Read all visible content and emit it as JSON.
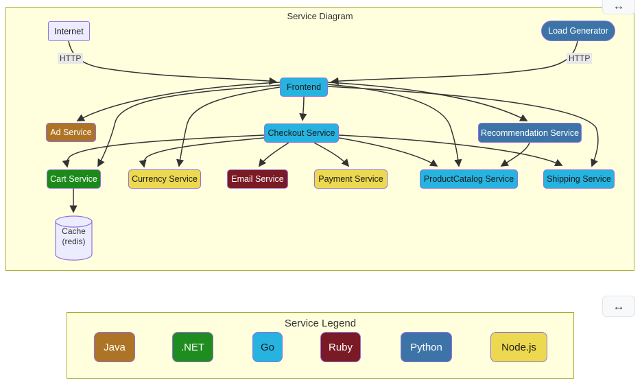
{
  "diagram_panel": {
    "title": "Service Diagram",
    "nodes": {
      "internet": {
        "label": "Internet"
      },
      "load_generator": {
        "label": "Load Generator"
      },
      "frontend": {
        "label": "Frontend"
      },
      "ad": {
        "label": "Ad Service"
      },
      "checkout": {
        "label": "Checkout Service"
      },
      "recommendation": {
        "label": "Recommendation Service"
      },
      "cart": {
        "label": "Cart Service"
      },
      "currency": {
        "label": "Currency Service"
      },
      "email": {
        "label": "Email Service"
      },
      "payment": {
        "label": "Payment Service"
      },
      "product_catalog": {
        "label": "ProductCatalog Service"
      },
      "shipping": {
        "label": "Shipping Service"
      },
      "cache": {
        "label_line1": "Cache",
        "label_line2": "(redis)"
      }
    },
    "edge_labels": {
      "internet_http": "HTTP",
      "loadgen_http": "HTTP"
    },
    "edges": [
      {
        "from": "Internet",
        "to": "Frontend",
        "label": "HTTP"
      },
      {
        "from": "Load Generator",
        "to": "Frontend",
        "label": "HTTP"
      },
      {
        "from": "Frontend",
        "to": "Checkout Service"
      },
      {
        "from": "Frontend",
        "to": "Ad Service"
      },
      {
        "from": "Frontend",
        "to": "Cart Service"
      },
      {
        "from": "Frontend",
        "to": "Currency Service"
      },
      {
        "from": "Frontend",
        "to": "Recommendation Service"
      },
      {
        "from": "Frontend",
        "to": "ProductCatalog Service"
      },
      {
        "from": "Frontend",
        "to": "Shipping Service"
      },
      {
        "from": "Checkout Service",
        "to": "Cart Service"
      },
      {
        "from": "Checkout Service",
        "to": "Currency Service"
      },
      {
        "from": "Checkout Service",
        "to": "Email Service"
      },
      {
        "from": "Checkout Service",
        "to": "Payment Service"
      },
      {
        "from": "Checkout Service",
        "to": "ProductCatalog Service"
      },
      {
        "from": "Checkout Service",
        "to": "Shipping Service"
      },
      {
        "from": "Recommendation Service",
        "to": "ProductCatalog Service"
      },
      {
        "from": "Cart Service",
        "to": "Cache (redis)"
      }
    ]
  },
  "legend_panel": {
    "title": "Service Legend",
    "items": [
      {
        "label": "Java",
        "color": "#AE7425",
        "text_color": "#ffffff"
      },
      {
        "label": ".NET",
        "color": "#1E8C1E",
        "text_color": "#ffffff"
      },
      {
        "label": "Go",
        "color": "#26B3E0",
        "text_color": "#1a1a1a"
      },
      {
        "label": "Ruby",
        "color": "#7A1A24",
        "text_color": "#ffffff"
      },
      {
        "label": "Python",
        "color": "#3D74A8",
        "text_color": "#ffffff"
      },
      {
        "label": "Node.js",
        "color": "#ECD94F",
        "text_color": "#1a1a1a"
      }
    ]
  },
  "controls": {
    "expand_icon": "↔"
  },
  "colors": {
    "panel_bg": "#FFFFDE",
    "panel_border": "#AAAA33",
    "node_border": "#9370DB",
    "cyan": "#26B3E0",
    "brown": "#AE7425",
    "green": "#1B8A1B",
    "maroon": "#7A1A24",
    "steel_blue": "#3D74A8",
    "yellow": "#ECD94F",
    "lavender": "#ECECFF",
    "edge": "#333333",
    "edge_label_bg": "#E8E8E8"
  }
}
